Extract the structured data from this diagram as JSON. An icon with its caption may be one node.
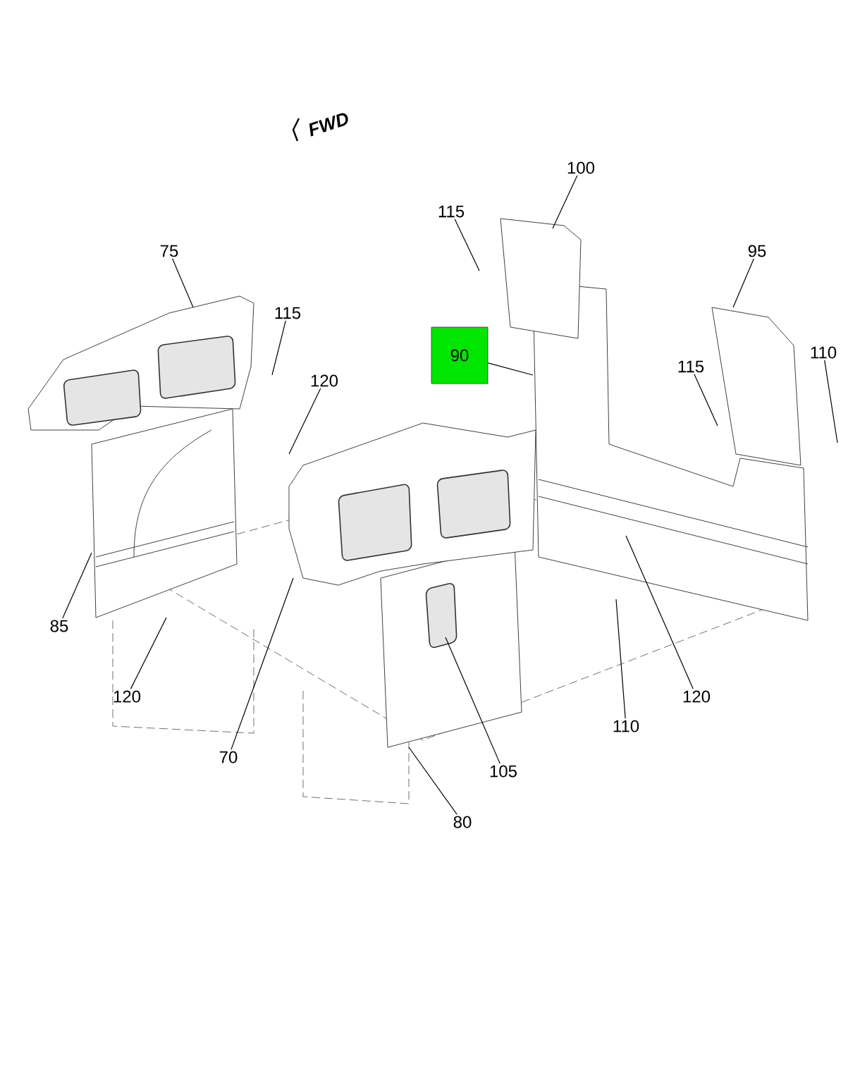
{
  "diagram": {
    "nodes": [
      {
        "text": [
          "75"
        ]
      },
      {
        "text": [
          "115"
        ]
      },
      {
        "text": [
          "120"
        ]
      },
      {
        "text": [
          "85"
        ]
      },
      {
        "text": [
          "120"
        ]
      },
      {
        "text": [
          "70"
        ]
      },
      {
        "text": [
          "90"
        ]
      },
      {
        "text": [
          "100"
        ]
      },
      {
        "text": [
          "115"
        ]
      },
      {
        "text": [
          "95"
        ]
      },
      {
        "text": [
          "110"
        ]
      },
      {
        "text": [
          "115"
        ]
      },
      {
        "text": [
          "120"
        ]
      },
      {
        "text": [
          "110"
        ]
      },
      {
        "text": [
          "105"
        ]
      },
      {
        "text": [
          "80"
        ]
      }
    ],
    "edges": [
      {
        "from": 0,
        "to": null,
        "arrow": "none"
      },
      {
        "from": 1,
        "to": null,
        "arrow": "none"
      },
      {
        "from": 2,
        "to": null,
        "arrow": "none"
      },
      {
        "from": 3,
        "to": null,
        "arrow": "none"
      },
      {
        "from": 4,
        "to": null,
        "arrow": "none"
      },
      {
        "from": 5,
        "to": null,
        "arrow": "none"
      },
      {
        "from": 6,
        "to": null,
        "arrow": "none"
      },
      {
        "from": 7,
        "to": null,
        "arrow": "none"
      },
      {
        "from": 8,
        "to": null,
        "arrow": "none"
      },
      {
        "from": 9,
        "to": null,
        "arrow": "none"
      },
      {
        "from": 10,
        "to": null,
        "arrow": "none"
      },
      {
        "from": 11,
        "to": null,
        "arrow": "none"
      },
      {
        "from": 12,
        "to": null,
        "arrow": "none"
      },
      {
        "from": 13,
        "to": null,
        "arrow": "none"
      },
      {
        "from": 14,
        "to": null,
        "arrow": "none"
      },
      {
        "from": 15,
        "to": null,
        "arrow": "none"
      }
    ],
    "labels": [
      "FWD"
    ]
  }
}
